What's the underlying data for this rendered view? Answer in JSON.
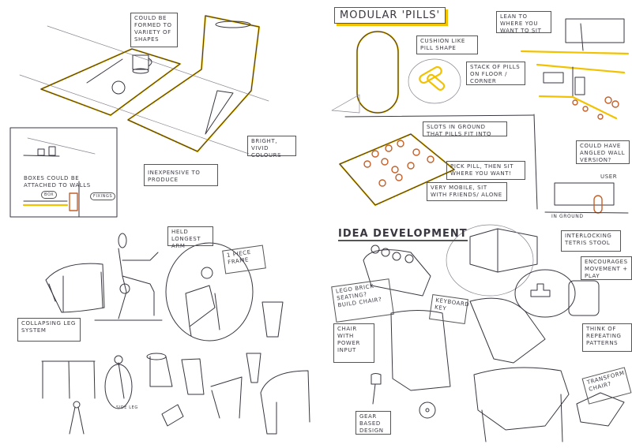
{
  "colors": {
    "ink": "#3a3640",
    "highlight": "#f2c200",
    "accent": "#c4602a"
  },
  "quadrant_top_left": {
    "notes": {
      "shapes": "Could be formed to variety of shapes",
      "colours": "Bright, vivid colours",
      "inexpensive": "Inexpensive to produce",
      "boxes": "Boxes could be attached to walls",
      "box": "Box",
      "fixings": "Fixings"
    }
  },
  "quadrant_top_right": {
    "title": "Modular 'Pills'",
    "notes": {
      "cushion": "Cushion like pill shape",
      "stack": "Stack of pills on floor / corner",
      "lean": "Lean to where you want to sit",
      "slots": "Slots in ground that pills fit into",
      "pick": "Pick pill, then sit where you want!",
      "mobile": "Very mobile, sit with friends/ alone",
      "angled": "Could have angled wall version?",
      "user": "User",
      "in_ground": "In ground"
    }
  },
  "quadrant_bottom_left": {
    "notes": {
      "arm": "Held longest arm",
      "frame": "1 piece frame",
      "collapsing": "Collapsing leg system",
      "side_leg": "Side leg"
    }
  },
  "quadrant_bottom_right": {
    "title": "Idea development",
    "notes": {
      "tetris": "Interlocking tetris stool",
      "movement": "Encourages movement + play",
      "lego": "Lego brick seating? Build chair?",
      "keyboard": "Keyboard key",
      "power": "Chair with power input",
      "patterns": "Think of repeating patterns",
      "transform": "Transform chair?",
      "gear": "Gear based design"
    }
  }
}
